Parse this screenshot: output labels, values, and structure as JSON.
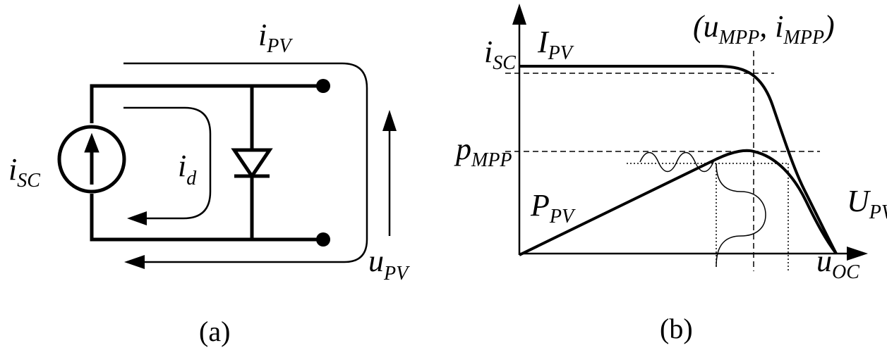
{
  "panel_a": {
    "caption": "(a)",
    "i_pv": {
      "main": "i",
      "sub": "PV"
    },
    "i_sc": {
      "main": "i",
      "sub": "SC"
    },
    "i_d": {
      "main": "i",
      "sub": "d"
    },
    "u_pv": {
      "main": "u",
      "sub": "PV"
    }
  },
  "panel_b": {
    "caption": "(b)",
    "mpp_open": "(u",
    "mpp_sub1": "MPP",
    "mpp_comma": ", i",
    "mpp_sub2": "MPP",
    "mpp_close": ")",
    "i_sc": {
      "main": "i",
      "sub": "SC"
    },
    "I_pv": {
      "main": "I",
      "sub": "PV"
    },
    "p_mpp": {
      "main": "p",
      "sub": "MPP"
    },
    "P_pv": {
      "main": "P",
      "sub": "PV"
    },
    "U_pv": {
      "main": "U",
      "sub": "PV"
    },
    "u_oc": {
      "main": "u",
      "sub": "OC"
    }
  }
}
